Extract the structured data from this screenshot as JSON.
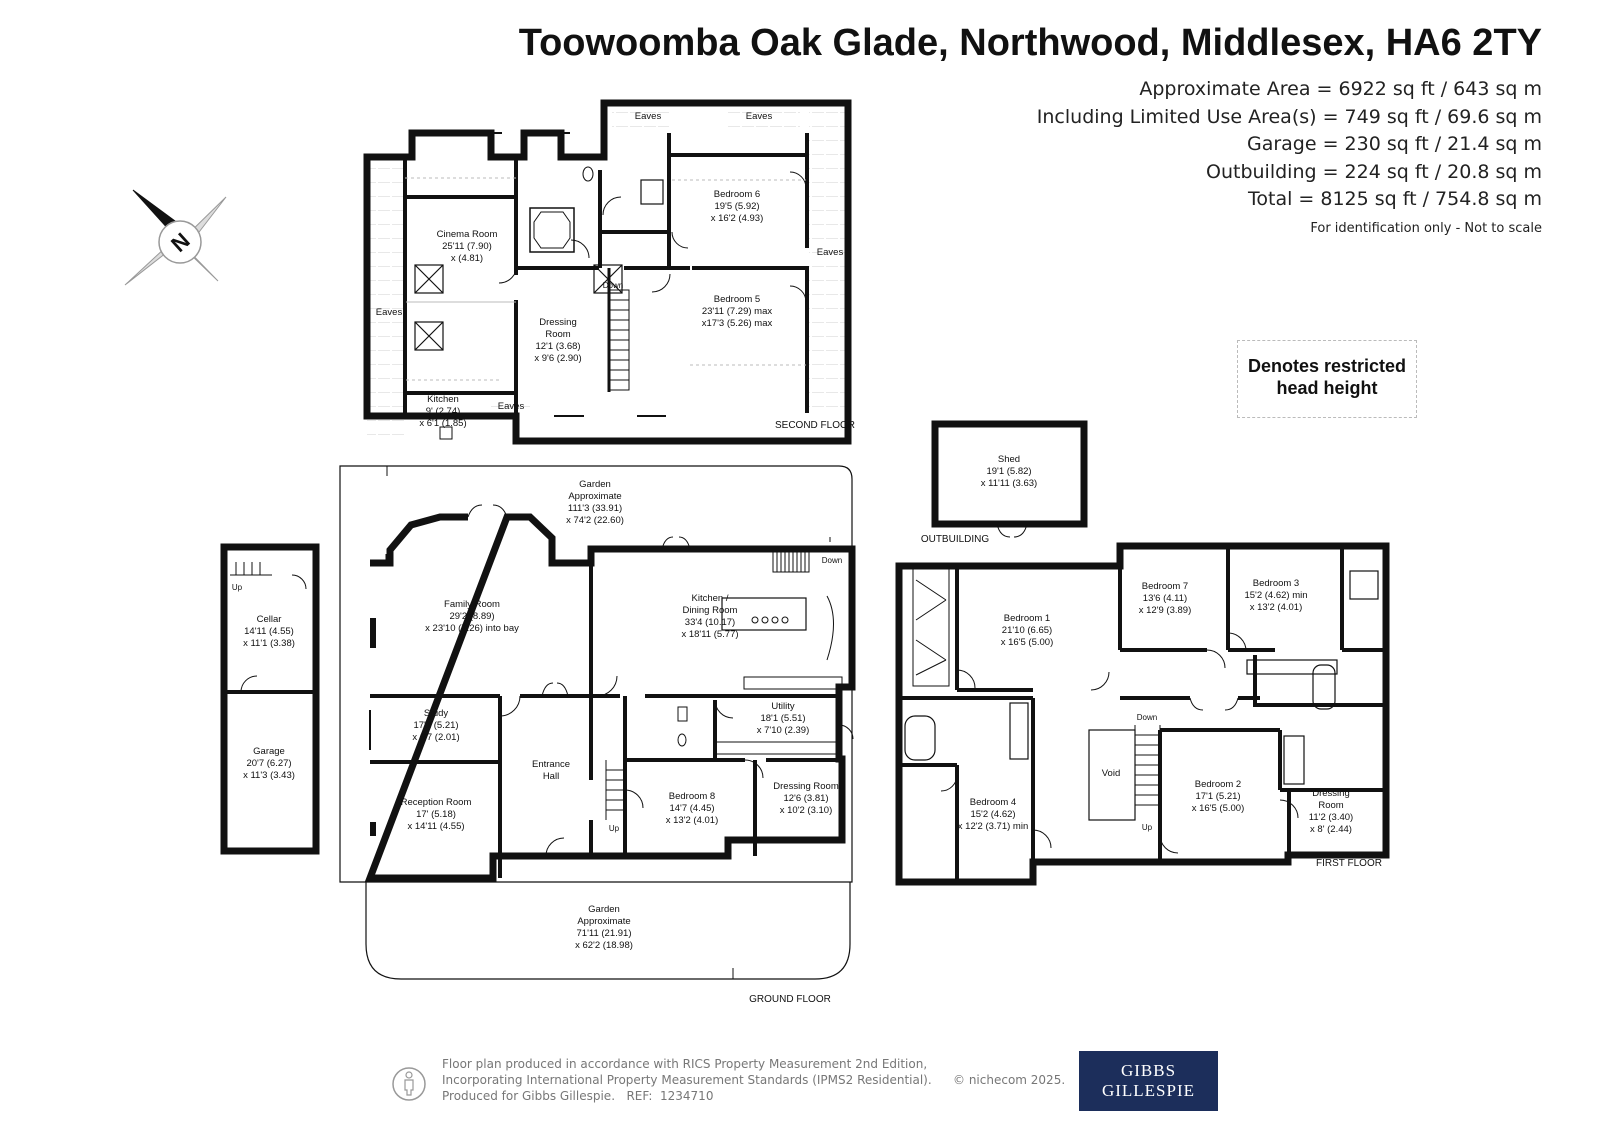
{
  "header": {
    "title": "Toowoomba Oak Glade, Northwood, Middlesex, HA6 2TY",
    "area_lines": [
      "Approximate Area = 6922 sq ft / 643 sq m",
      "Including Limited Use Area(s) = 749 sq ft / 69.6 sq m",
      "Garage = 230 sq ft / 21.4 sq m",
      "Outbuilding = 224 sq ft / 20.8 sq m",
      "Total = 8125 sq ft / 754.8 sq m"
    ],
    "disclaimer": "For identification only - Not to scale"
  },
  "legend": {
    "line1": "Denotes restricted",
    "line2": "head height"
  },
  "compass": {
    "letter": "N",
    "icon": "compass-icon"
  },
  "floor_labels": {
    "second": "SECOND FLOOR",
    "ground": "GROUND FLOOR",
    "first": "FIRST FLOOR",
    "outbuilding": "OUTBUILDING"
  },
  "rooms": {
    "second": {
      "cinema": [
        "Cinema Room",
        "25'11 (7.90)",
        "x (4.81)"
      ],
      "bedroom6": [
        "Bedroom 6",
        "19'5 (5.92)",
        "x 16'2 (4.93)"
      ],
      "bedroom5": [
        "Bedroom 5",
        "23'11 (7.29) max",
        "x17'3  (5.26) max"
      ],
      "dressing": [
        "Dressing",
        "Room",
        "12'1 (3.68)",
        "x 9'6 (2.90)"
      ],
      "kitchen": [
        "Kitchen",
        "9' (2.74)",
        "x 6'1 (1.85)"
      ],
      "eaves": "Eaves",
      "down": "Down"
    },
    "ground": {
      "garden_top": [
        "Garden",
        "Approximate",
        "111'3 (33.91)",
        "x 74'2 (22.60)"
      ],
      "family": [
        "Family Room",
        "29'2 (8.89)",
        "x 23'10 (7.26) into bay"
      ],
      "kitchen": [
        "Kitchen /",
        "Dining Room",
        "33'4 (10.17)",
        "x 18'11 (5.77)"
      ],
      "study": [
        "Study",
        "17'1 (5.21)",
        "x 6'7 (2.01)"
      ],
      "reception": [
        "Reception Room",
        "17' (5.18)",
        "x 14'11 (4.55)"
      ],
      "hall": [
        "Entrance",
        "Hall"
      ],
      "utility": [
        "Utility",
        "18'1 (5.51)",
        "x 7'10 (2.39)"
      ],
      "bedroom8": [
        "Bedroom 8",
        "14'7 (4.45)",
        "x 13'2 (4.01)"
      ],
      "dressing": [
        "Dressing Room",
        "12'6 (3.81)",
        "x 10'2 (3.10)"
      ],
      "garden_bottom": [
        "Garden",
        "Approximate",
        "71'11 (21.91)",
        "x 62'2 (18.98)"
      ],
      "down": "Down",
      "up": "Up"
    },
    "cellar": {
      "cellar": [
        "Cellar",
        "14'11 (4.55)",
        "x 11'1 (3.38)"
      ],
      "garage": [
        "Garage",
        "20'7 (6.27)",
        "x 11'3 (3.43)"
      ],
      "up": "Up"
    },
    "outbuilding": {
      "shed": [
        "Shed",
        "19'1 (5.82)",
        "x 11'11 (3.63)"
      ]
    },
    "first": {
      "bedroom1": [
        "Bedroom 1",
        "21'10 (6.65)",
        "x 16'5 (5.00)"
      ],
      "bedroom7": [
        "Bedroom  7",
        "13'6 (4.11)",
        "x 12'9 (3.89)"
      ],
      "bedroom3": [
        "Bedroom 3",
        "15'2 (4.62) min",
        "x 13'2 (4.01)"
      ],
      "bedroom2": [
        "Bedroom 2",
        "17'1 (5.21)",
        "x 16'5 (5.00)"
      ],
      "bedroom4": [
        "Bedroom  4",
        "15'2 (4.62)",
        "x 12'2 (3.71) min"
      ],
      "dressing": [
        "Dressing",
        "Room",
        "11'2 (3.40)",
        "x 8' (2.44)"
      ],
      "void": "Void",
      "down": "Down",
      "up": "Up"
    }
  },
  "footer": {
    "text": "Floor plan produced in accordance with RICS Property Measurement 2nd Edition,\nIncorporating International Property Measurement Standards (IPMS2 Residential).\nProduced for Gibbs Gillespie.   REF:  1234710",
    "copyright": "© nichecom 2025.",
    "brand_line1": "GIBBS",
    "brand_line2": "GILLESPIE",
    "person_icon": "person-icon"
  }
}
